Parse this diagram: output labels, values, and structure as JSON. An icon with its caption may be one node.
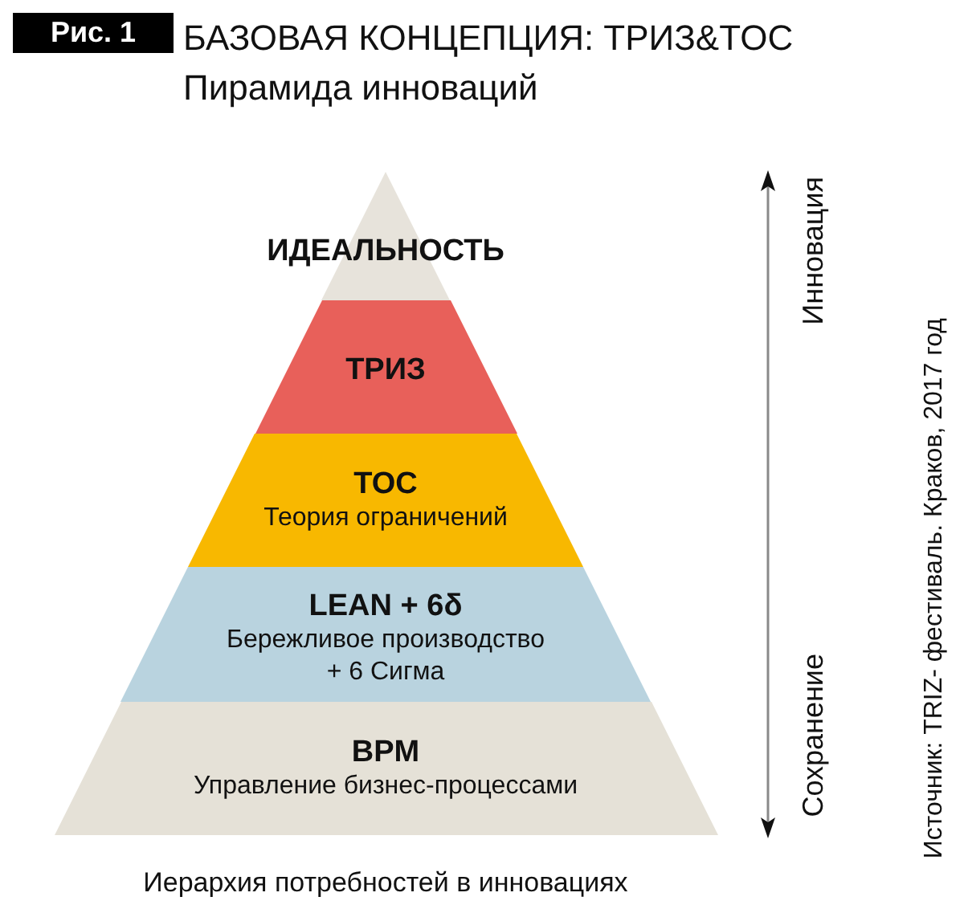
{
  "diagram": {
    "title": "БАЗОВАЯ КОНЦЕПЦИЯ: ТРИЗ&TOC",
    "caption": "Иерархия потребностей в инновациях",
    "nodes": [
      {
        "text": [
          "ИДЕАЛЬНОСТЬ"
        ]
      },
      {
        "text": [
          "ТРИЗ"
        ]
      },
      {
        "text": [
          "TOC",
          "Теория ограничений"
        ]
      },
      {
        "text": [
          "LEAN + 6δ",
          "Бережливое производство + 6 Сигма"
        ]
      },
      {
        "text": [
          "BPM",
          "Управление бизнес-процессами"
        ]
      }
    ],
    "labels": [
      "Рис. 1",
      "Пирамида инноваций",
      "Инновация",
      "Сохранение",
      "Источник: TRIZ- фестиваль. Краков, 2017 год"
    ]
  }
}
